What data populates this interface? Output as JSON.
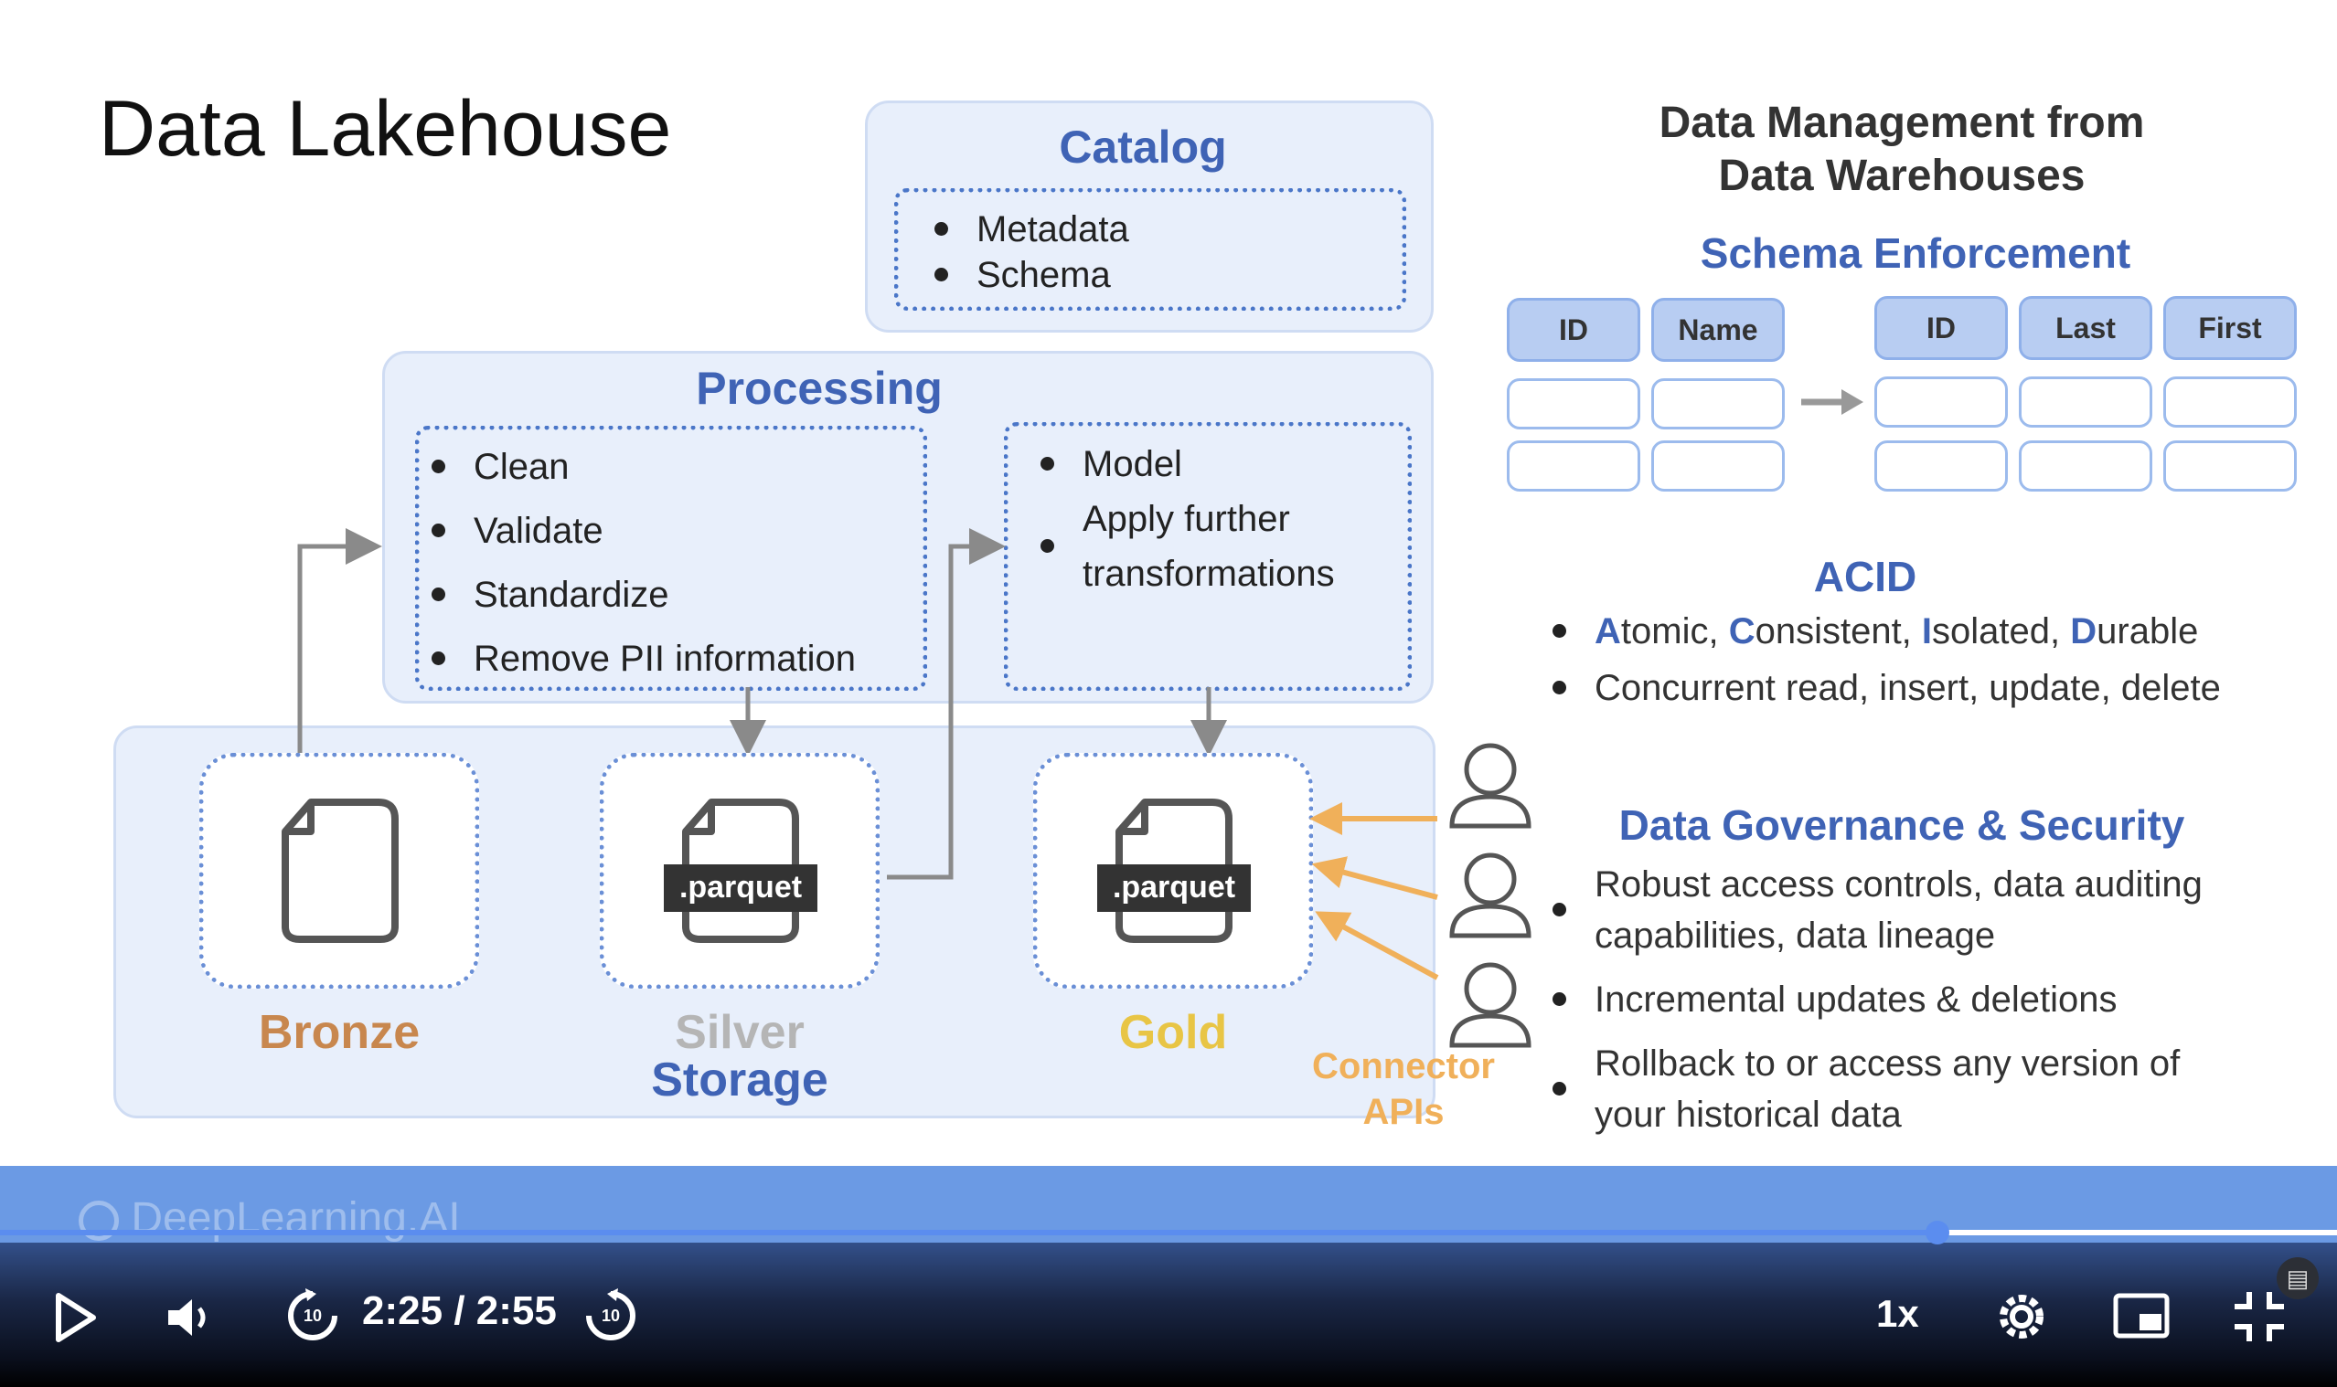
{
  "slide": {
    "title": "Data Lakehouse",
    "catalog": {
      "heading": "Catalog",
      "items": [
        "Metadata",
        "Schema"
      ]
    },
    "processing": {
      "heading": "Processing",
      "left_items": [
        "Clean",
        "Validate",
        "Standardize",
        "Remove PII information"
      ],
      "right_items": [
        "Model",
        "Apply further transformations"
      ]
    },
    "storage": {
      "label": "Storage",
      "tiers": [
        {
          "name": "Bronze",
          "color": "#c8874e",
          "file_label": ""
        },
        {
          "name": "Silver",
          "color": "#b5b5b5",
          "file_label": ".parquet"
        },
        {
          "name": "Gold",
          "color": "#e8c545",
          "file_label": ".parquet"
        }
      ]
    },
    "connector": {
      "label_line1": "Connector",
      "label_line2": "APIs",
      "color": "#f0b05a"
    },
    "right": {
      "heading_line1": "Data Management from",
      "heading_line2": "Data Warehouses",
      "schema": {
        "heading": "Schema Enforcement",
        "before_columns": [
          "ID",
          "Name"
        ],
        "after_columns": [
          "ID",
          "Last",
          "First"
        ]
      },
      "acid": {
        "heading": "ACID",
        "letters": [
          "A",
          "C",
          "I",
          "D"
        ],
        "rests": [
          "tomic, ",
          "onsistent, ",
          "solated, ",
          "urable"
        ],
        "line2": "Concurrent read, insert, update, delete"
      },
      "governance": {
        "heading": "Data Governance & Security",
        "items": [
          "Robust access controls, data auditing capabilities, data lineage",
          "Incremental updates & deletions",
          "Rollback to or access any version of your historical data"
        ]
      }
    },
    "watermark": "DeepLearning.AI"
  },
  "player": {
    "time_current": "2:25",
    "time_separator": "/",
    "time_total": "2:55",
    "speed": "1x",
    "progress": 0.829,
    "rewind_seconds": "10",
    "forward_seconds": "10",
    "colors": {
      "progress": "#5b8def",
      "track": "#ffffff"
    }
  }
}
